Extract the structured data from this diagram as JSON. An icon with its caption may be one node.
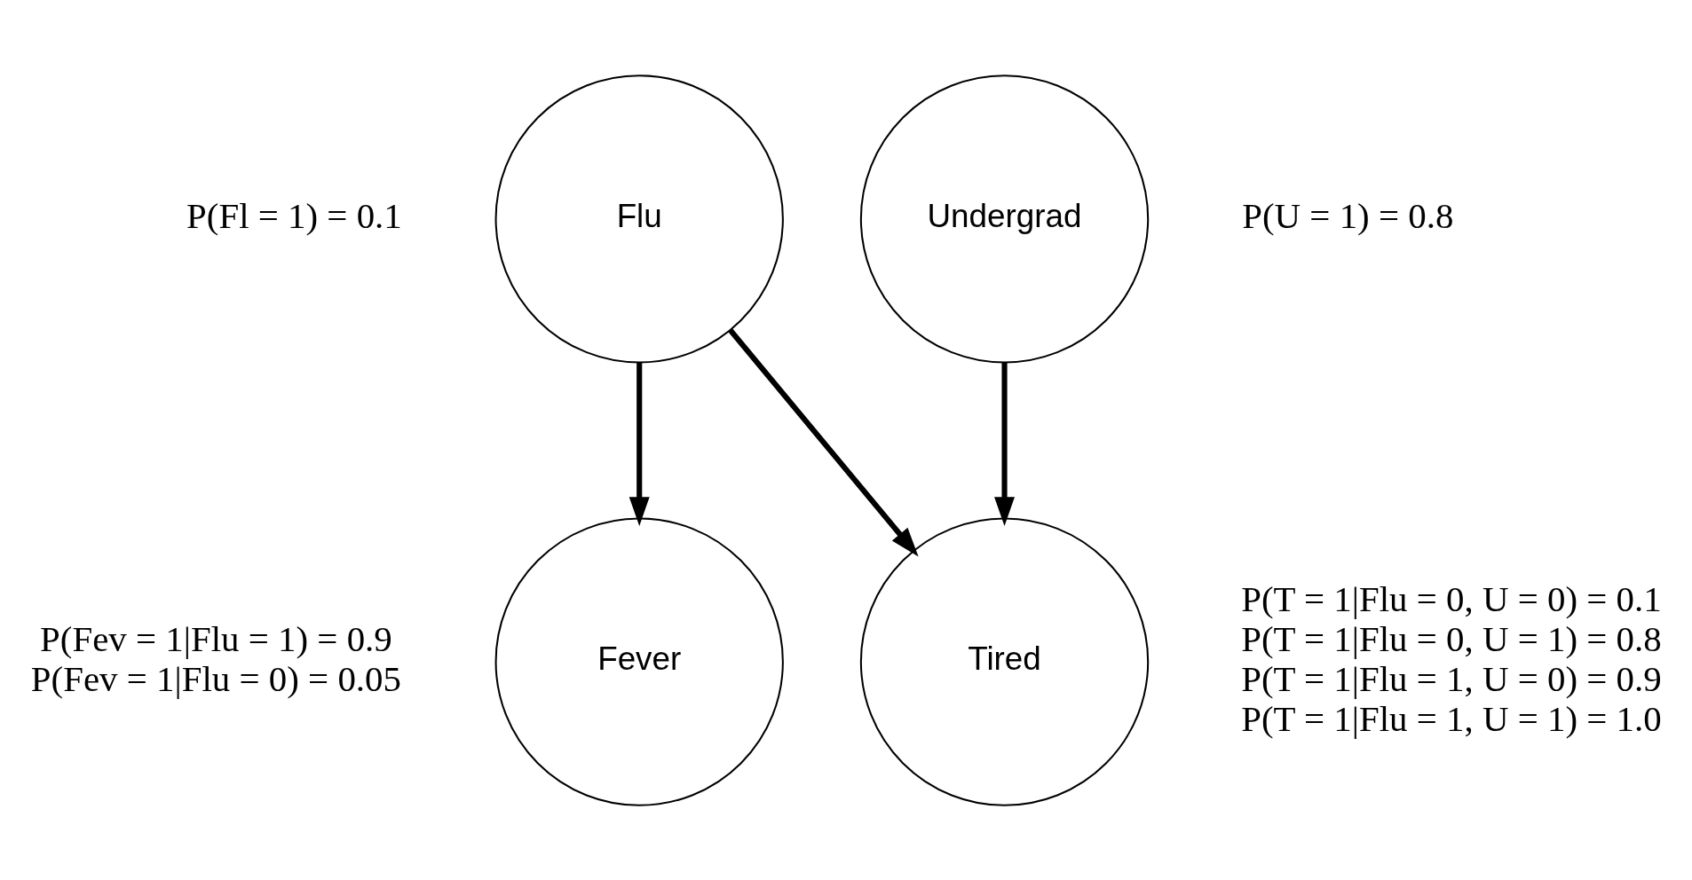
{
  "diagram": {
    "nodes": [
      {
        "text": [
          "Flu"
        ],
        "beside": [
          "P(Fl = 1) = 0.1"
        ]
      },
      {
        "text": [
          "Undergrad"
        ],
        "beside": [
          "P(U = 1) = 0.8"
        ]
      },
      {
        "text": [
          "Fever"
        ],
        "beside": [
          "P(Fev = 1|Flu = 1) = 0.9",
          "P(Fev = 1|Flu = 0) = 0.05"
        ]
      },
      {
        "text": [
          "Tired"
        ],
        "beside": [
          "P(T = 1|Flu = 0, U = 0) = 0.1",
          "P(T = 1|Flu = 0, U = 1) = 0.8",
          "P(T = 1|Flu = 1, U = 0) = 0.9",
          "P(T = 1|Flu = 1, U = 1) = 1.0"
        ]
      }
    ],
    "edges": [
      {
        "from": 0,
        "to": 2,
        "arrow": "to"
      },
      {
        "from": 0,
        "to": 3,
        "arrow": "to"
      },
      {
        "from": 1,
        "to": 3,
        "arrow": "to"
      }
    ]
  }
}
